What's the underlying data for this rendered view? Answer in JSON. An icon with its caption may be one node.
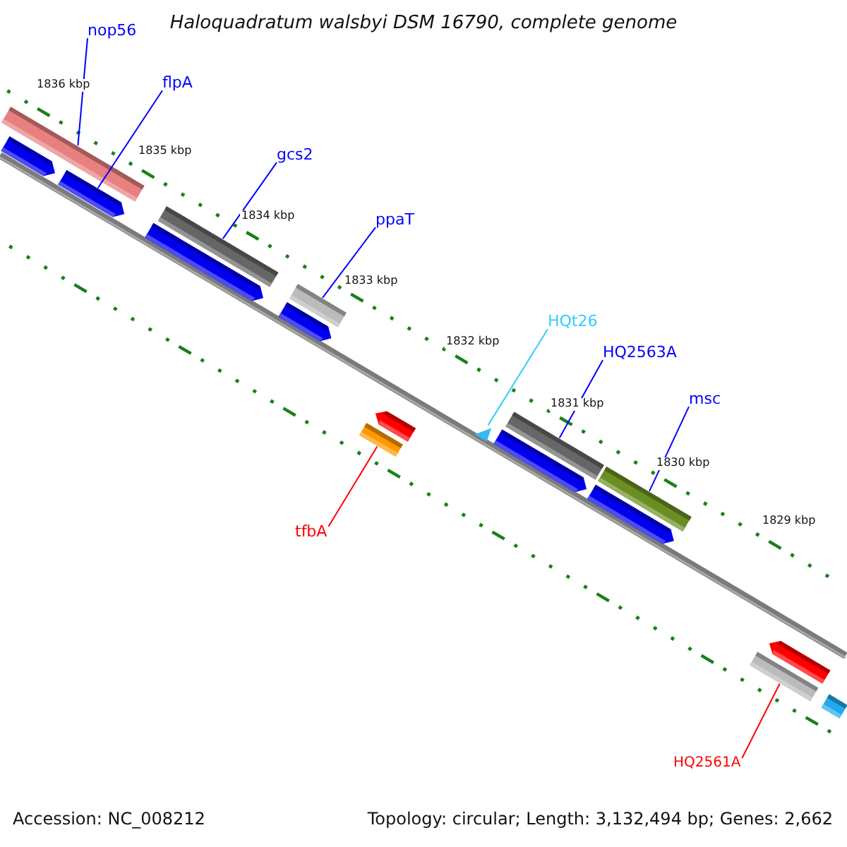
{
  "diagram": {
    "title": "Haloquadratum walsbyi DSM 16790, complete genome",
    "nodes": [
      {
        "text": [
          "nop56"
        ]
      },
      {
        "text": [
          "flpA"
        ]
      },
      {
        "text": [
          "gcs2"
        ]
      },
      {
        "text": [
          "ppaT"
        ]
      },
      {
        "text": [
          "HQt26"
        ]
      },
      {
        "text": [
          "HQ2563A"
        ]
      },
      {
        "text": [
          "msc"
        ]
      },
      {
        "text": [
          "tfbA"
        ]
      },
      {
        "text": [
          "HQ2561A"
        ]
      },
      {
        "text": [],
        "shape": "bar"
      },
      {
        "text": [],
        "shape": "arrow"
      },
      {
        "text": [],
        "shape": "bar"
      },
      {
        "text": [],
        "shape": "bar"
      },
      {
        "text": [],
        "shape": "triangle"
      },
      {
        "text": [],
        "shape": "bar"
      },
      {
        "text": [],
        "shape": "bar"
      },
      {
        "text": [],
        "shape": "bar"
      },
      {
        "text": [],
        "shape": "bar"
      }
    ],
    "edges": [
      {
        "from": 0,
        "to": 9,
        "arrow": "none"
      },
      {
        "from": 1,
        "to": 10,
        "arrow": "none"
      },
      {
        "from": 2,
        "to": 11,
        "arrow": "none"
      },
      {
        "from": 3,
        "to": 12,
        "arrow": "none"
      },
      {
        "from": 4,
        "to": 13,
        "arrow": "none",
        "color": "#33ccff"
      },
      {
        "from": 5,
        "to": 14,
        "arrow": "none"
      },
      {
        "from": 6,
        "to": 15,
        "arrow": "none"
      },
      {
        "from": 7,
        "to": 16,
        "arrow": "none",
        "color": "#ff0000"
      },
      {
        "from": 8,
        "to": 17,
        "arrow": "none",
        "color": "#ff0000"
      }
    ],
    "labels": [
      "1836 kbp",
      "1835 kbp",
      "1834 kbp",
      "1833 kbp",
      "1832 kbp",
      "1831 kbp",
      "1830 kbp",
      "1829 kbp",
      "Accession: NC_008212",
      "Topology: circular; Length: 3,132,494 bp; Genes: 2,662"
    ]
  }
}
